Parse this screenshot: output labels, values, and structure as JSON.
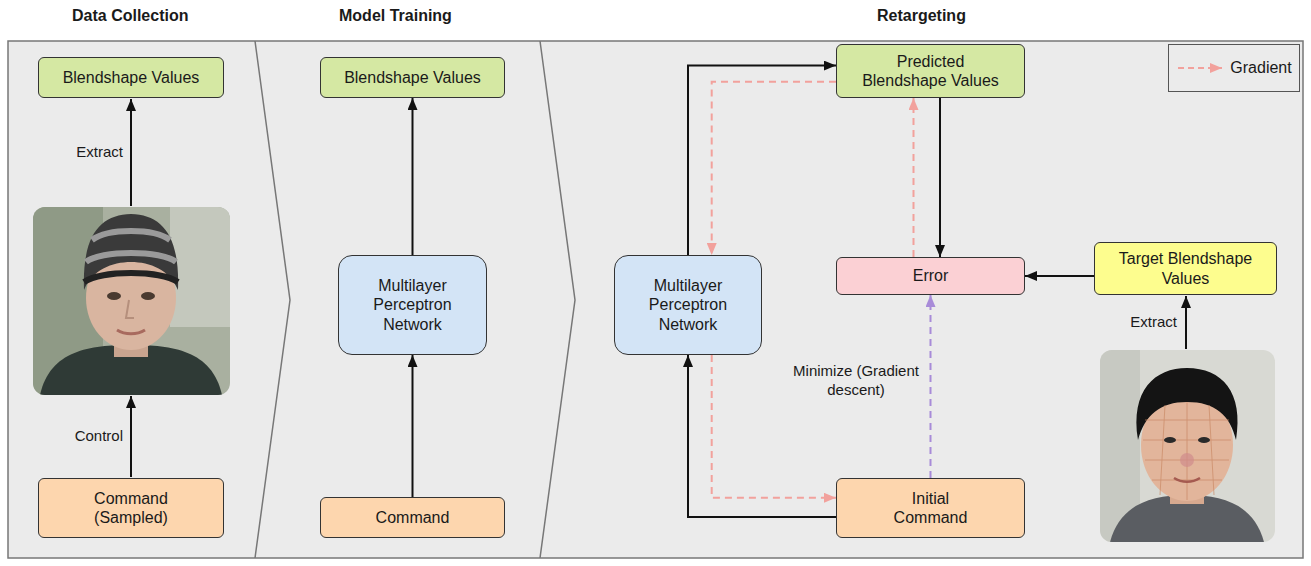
{
  "diagram": {
    "nodes": [
      {
        "text": [
          "Blendshape Values"
        ]
      },
      {
        "text": [
          "Command (Sampled)"
        ]
      },
      {
        "text": [
          "Blendshape Values"
        ]
      },
      {
        "text": [
          "Multilayer Perceptron Network"
        ]
      },
      {
        "text": [
          "Command"
        ]
      },
      {
        "text": [
          "Predicted Blendshape Values"
        ]
      },
      {
        "text": [
          "Multilayer Perceptron Network"
        ]
      },
      {
        "text": [
          "Error"
        ]
      },
      {
        "text": [
          "Target Blendshape Values"
        ]
      },
      {
        "text": [
          "Initial Command"
        ]
      }
    ],
    "edges": [
      {
        "from": 4,
        "to": 3,
        "arrow": "to"
      },
      {
        "from": 3,
        "to": 2,
        "arrow": "to"
      },
      {
        "from": 9,
        "to": 6,
        "arrow": "to"
      },
      {
        "from": 6,
        "to": 5,
        "arrow": "to"
      },
      {
        "from": 5,
        "to": 7,
        "arrow": "to"
      },
      {
        "from": 8,
        "to": 7,
        "arrow": "to"
      },
      {
        "from": 7,
        "to": 5,
        "arrow": "to"
      },
      {
        "from": 5,
        "to": 6,
        "arrow": "to"
      },
      {
        "from": 6,
        "to": 9,
        "arrow": "to"
      },
      {
        "from": 9,
        "to": 7,
        "label": "Minimize (Gradient descent)",
        "arrow": "to"
      }
    ],
    "labels": [
      "Data Collection",
      "Model Training",
      "Retargeting",
      "Extract",
      "Control",
      "Extract"
    ],
    "legend": [
      {
        "text": "Gradient"
      }
    ]
  }
}
